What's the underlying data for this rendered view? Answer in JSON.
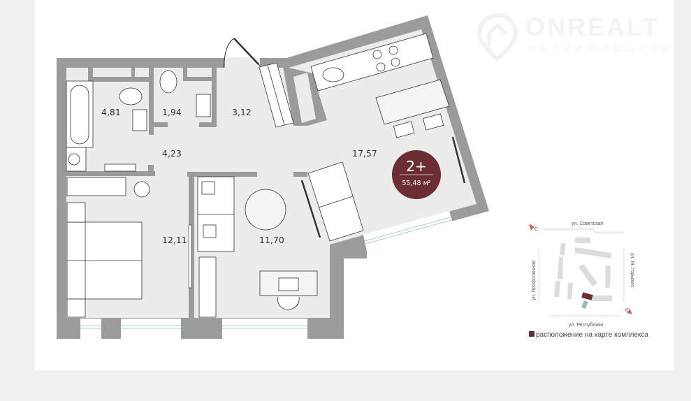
{
  "brand": {
    "name": "ONREALT",
    "tagline": "НЕДВИЖИМОСТЬ"
  },
  "apartment": {
    "rooms": "2+",
    "total_area": "55,48",
    "unit": "м²",
    "badge_color": "#6b2e35"
  },
  "rooms": [
    {
      "id": "bathroom",
      "area": "4,81"
    },
    {
      "id": "toilet",
      "area": "1,94"
    },
    {
      "id": "hall",
      "area": "3,12"
    },
    {
      "id": "corridor",
      "area": "4,23"
    },
    {
      "id": "kitchen-living",
      "area": "17,57"
    },
    {
      "id": "bedroom",
      "area": "12,11"
    },
    {
      "id": "room",
      "area": "11,70"
    }
  ],
  "map": {
    "streets": {
      "north": "ул. Советская",
      "west": "ул. Профсоюзная",
      "east": "ул. М. Горького",
      "south": "ул. Республики"
    },
    "compass": {
      "north": "С",
      "south": "Ю"
    },
    "legend": "расположение на карте комплекса"
  },
  "colors": {
    "wall": "#9b9b9b",
    "floor": "#ececec",
    "window": "#8fc3c6"
  }
}
